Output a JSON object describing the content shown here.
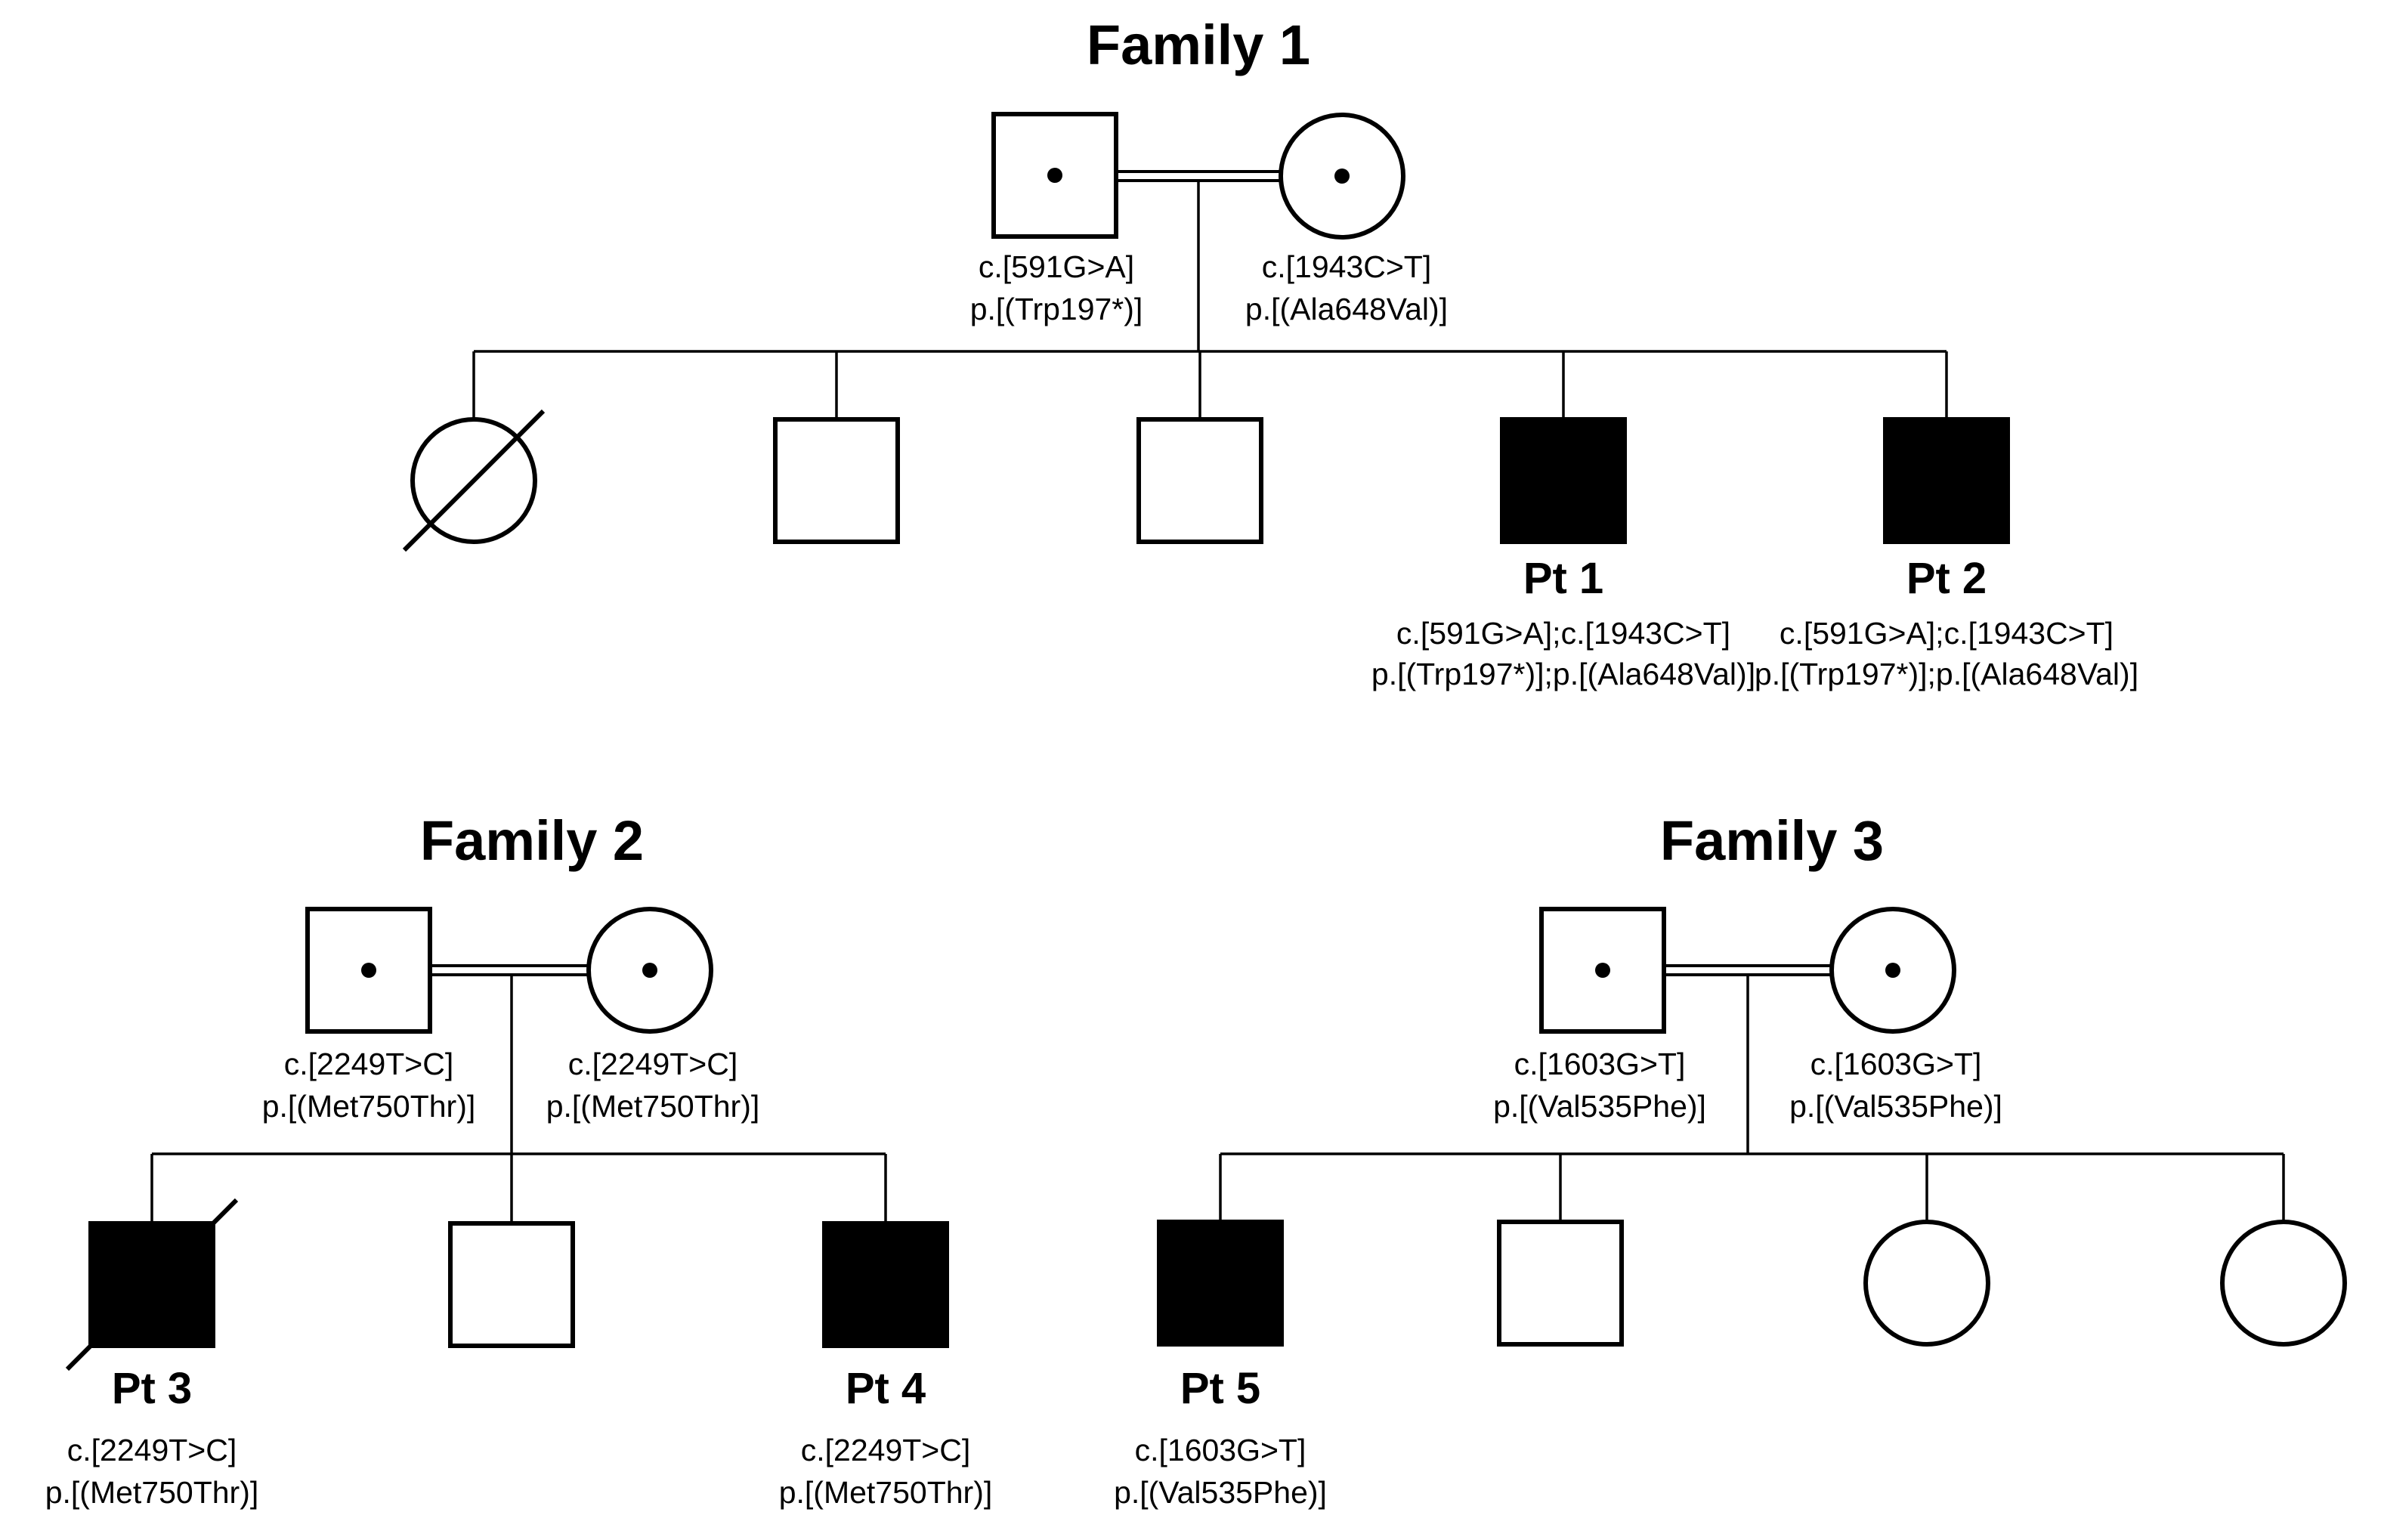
{
  "figure": {
    "type": "pedigree-diagram",
    "background_color": "#ffffff",
    "foreground_color": "#000000"
  },
  "families": [
    {
      "name": "Family 1",
      "consanguineous": true,
      "parents": {
        "father": {
          "sex": "male",
          "carrier": true,
          "affected": false,
          "deceased": false,
          "genotype": [
            "c.[591G>A]",
            "p.[(Trp197*)]"
          ]
        },
        "mother": {
          "sex": "female",
          "carrier": true,
          "affected": false,
          "deceased": false,
          "genotype": [
            "c.[1943C>T]",
            "p.[(Ala648Val)]"
          ]
        }
      },
      "children": [
        {
          "sex": "female",
          "affected": false,
          "carrier": false,
          "deceased": true
        },
        {
          "sex": "male",
          "affected": false,
          "carrier": false,
          "deceased": false
        },
        {
          "sex": "male",
          "affected": false,
          "carrier": false,
          "deceased": false
        },
        {
          "sex": "male",
          "affected": true,
          "carrier": false,
          "deceased": false,
          "patient_id": "Pt 1",
          "genotype": [
            "c.[591G>A];c.[1943C>T]",
            "p.[(Trp197*)];p.[(Ala648Val)]"
          ]
        },
        {
          "sex": "male",
          "affected": true,
          "carrier": false,
          "deceased": false,
          "patient_id": "Pt 2",
          "genotype": [
            "c.[591G>A];c.[1943C>T]",
            "p.[(Trp197*)];p.[(Ala648Val)]"
          ]
        }
      ]
    },
    {
      "name": "Family 2",
      "consanguineous": true,
      "parents": {
        "father": {
          "sex": "male",
          "carrier": true,
          "affected": false,
          "deceased": false,
          "genotype": [
            "c.[2249T>C]",
            "p.[(Met750Thr)]"
          ]
        },
        "mother": {
          "sex": "female",
          "carrier": true,
          "affected": false,
          "deceased": false,
          "genotype": [
            "c.[2249T>C]",
            "p.[(Met750Thr)]"
          ]
        }
      },
      "children": [
        {
          "sex": "male",
          "affected": true,
          "carrier": false,
          "deceased": true,
          "patient_id": "Pt 3",
          "genotype": [
            "c.[2249T>C]",
            "p.[(Met750Thr)]"
          ]
        },
        {
          "sex": "male",
          "affected": false,
          "carrier": false,
          "deceased": false
        },
        {
          "sex": "male",
          "affected": true,
          "carrier": false,
          "deceased": false,
          "patient_id": "Pt 4",
          "genotype": [
            "c.[2249T>C]",
            "p.[(Met750Thr)]"
          ]
        }
      ]
    },
    {
      "name": "Family 3",
      "consanguineous": true,
      "parents": {
        "father": {
          "sex": "male",
          "carrier": true,
          "affected": false,
          "deceased": false,
          "genotype": [
            "c.[1603G>T]",
            "p.[(Val535Phe)]"
          ]
        },
        "mother": {
          "sex": "female",
          "carrier": true,
          "affected": false,
          "deceased": false,
          "genotype": [
            "c.[1603G>T]",
            "p.[(Val535Phe)]"
          ]
        }
      },
      "children": [
        {
          "sex": "male",
          "affected": true,
          "carrier": false,
          "deceased": false,
          "patient_id": "Pt 5",
          "genotype": [
            "c.[1603G>T]",
            "p.[(Val535Phe)]"
          ]
        },
        {
          "sex": "male",
          "affected": false,
          "carrier": false,
          "deceased": false
        },
        {
          "sex": "female",
          "affected": false,
          "carrier": false,
          "deceased": false
        },
        {
          "sex": "female",
          "affected": false,
          "carrier": false,
          "deceased": false
        }
      ]
    }
  ]
}
